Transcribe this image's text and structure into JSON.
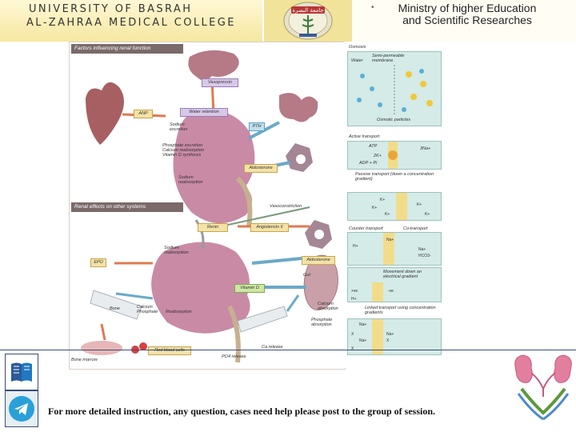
{
  "header": {
    "university_line1": "UNIVERSITY OF BASRAH",
    "university_line2": "AL-ZAHRAA MEDICAL COLLEGE",
    "ministry_bullet": "•",
    "ministry_line1": "Ministry of higher Education",
    "ministry_line2": "and Scientific Researches",
    "logo_text": "جامعة البصرة"
  },
  "figure": {
    "section_top": "Factors influencing renal function",
    "section_bottom": "Renal effects on other systems",
    "labels": {
      "vasopressin": "Vasopressin",
      "water_retention": "Water retention",
      "anp": "ANP",
      "sodium_excretion": "Sodium excretion",
      "phosphate": "Phosphate excretion\nCalcium reabsorption\nVitamin D synthesis",
      "pth": "PTH",
      "aldosterone": "Aldosterone",
      "sodium_reabsorption": "Sodium reabsorption",
      "vasoconstriction": "Vasoconstriction",
      "renin": "Renin",
      "angiotensin": "Angiotensin II",
      "sodium_reabsorption2": "Sodium reabsorption",
      "epo": "EPO",
      "aldosterone2": "Aldosterone",
      "vitamin_d": "Vitamin D",
      "gut": "Gut",
      "bone": "Bone",
      "calcium_phosphate": "Calcium\nPhosphate",
      "reabsorption": "Reabsorption",
      "calcium_absorption": "Calcium absorption",
      "phosphate_absorption": "Phosphate absorption",
      "bone_marrow": "Bone marrow",
      "red_blood_cells": "Red blood cells",
      "ca_release": "Ca release",
      "po4_release": "PO4 release"
    }
  },
  "right_panel": {
    "osmosis": "Osmosis",
    "semipermeable": "Semi-permeable membrane",
    "water": "Water",
    "osmotic_particles": "Osmotic particles",
    "active_transport": "Active transport",
    "atp": "ATP",
    "three_na": "3Na+",
    "two_k": "2K+",
    "adp": "ADP + Pi",
    "passive_transport": "Passive transport (down a concentration gradient)",
    "counter_transport": "Counter transport",
    "co_transport": "Co-transport",
    "movement_electrical": "Movement down an electrical gradient",
    "linked_transport": "Linked transport using concentration gradients"
  },
  "footer": {
    "text": "For more detailed instruction, any question, cases need help please post to the group of session."
  },
  "colors": {
    "header_gold": "#f6e7a0",
    "rule_blue": "#3a4e7a",
    "kidney_pink": "#c98aa6",
    "telegram_blue": "#2aa0d8"
  },
  "icons": {
    "book": "book-icon",
    "telegram": "telegram-icon",
    "kidney_logo": "kidney-care-icon"
  }
}
